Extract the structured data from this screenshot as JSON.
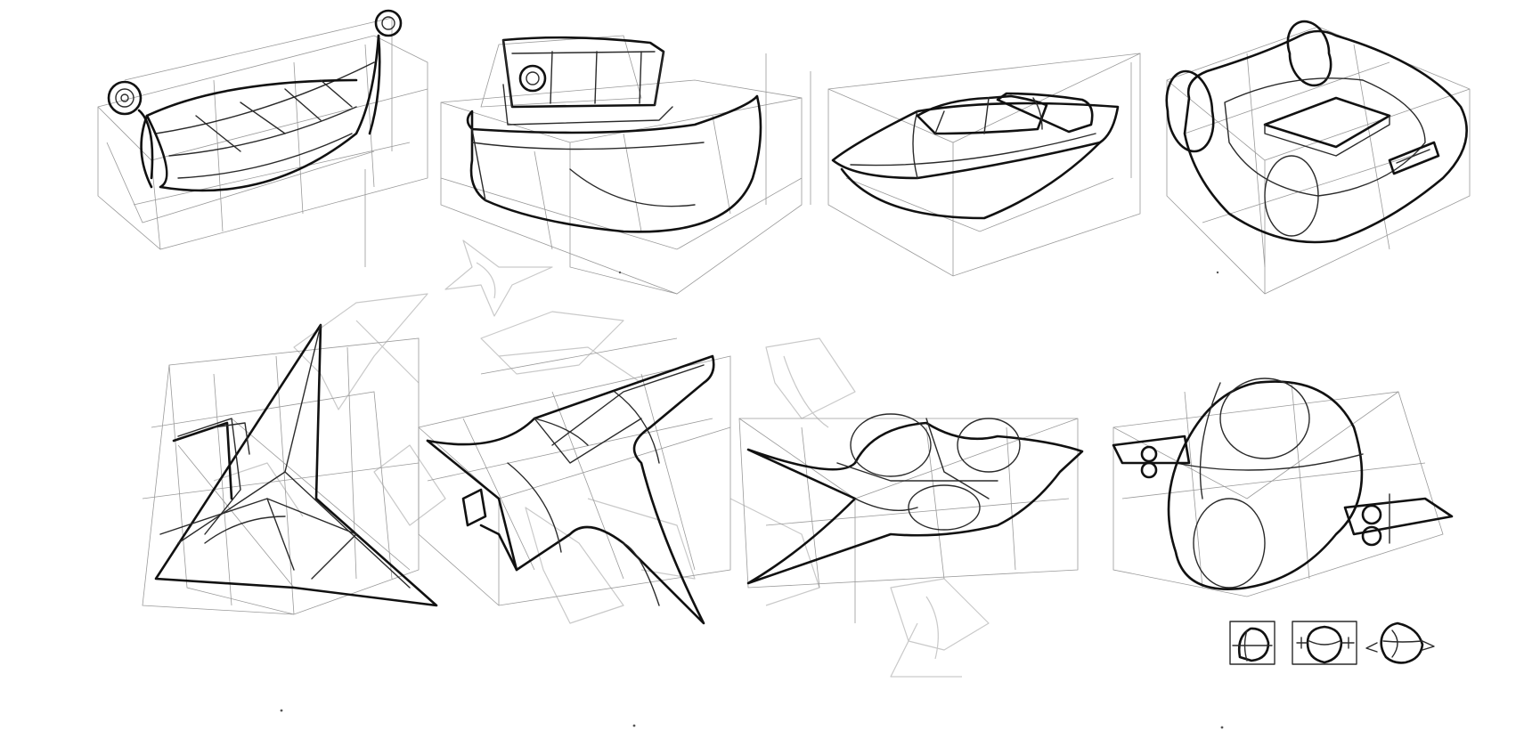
{
  "sheet": {
    "background_color": "#ffffff",
    "line_color": "#111111",
    "construction_color": "#9a9a9a",
    "ghost_color": "#c9c9c9"
  },
  "rows": [
    {
      "name": "boats",
      "items": [
        "longship-sketch",
        "tugboat-sketch",
        "speedboat-sketch",
        "inflatable-raft-sketch"
      ]
    },
    {
      "name": "spacecraft",
      "items": [
        "arrowhead-ship-sketch",
        "fighter-jet-sketch",
        "flying-wing-sketch",
        "pod-ship-sketch"
      ]
    }
  ],
  "thumbnails": [
    "thumbnail-side-view",
    "thumbnail-front-view",
    "thumbnail-top-view"
  ]
}
